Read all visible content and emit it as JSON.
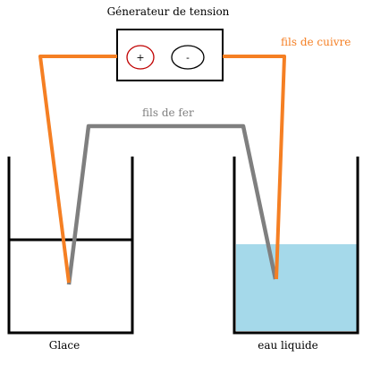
{
  "generator": {
    "title": "Génerateur de tension",
    "plus_terminal": "+",
    "minus_terminal": "-"
  },
  "wires": {
    "copper_label": "fils de cuivre",
    "iron_label": "fils de fer"
  },
  "containers": {
    "left_label": "Glace",
    "right_label": "eau liquide"
  },
  "colors": {
    "copper_wire": "#f57f23",
    "iron_wire": "#7f7f7f",
    "water": "#a5d9ea",
    "outline": "#000000",
    "plus_terminal_ring": "#c00000",
    "copper_label": "#f57f23",
    "iron_label": "#7f7f7f"
  }
}
